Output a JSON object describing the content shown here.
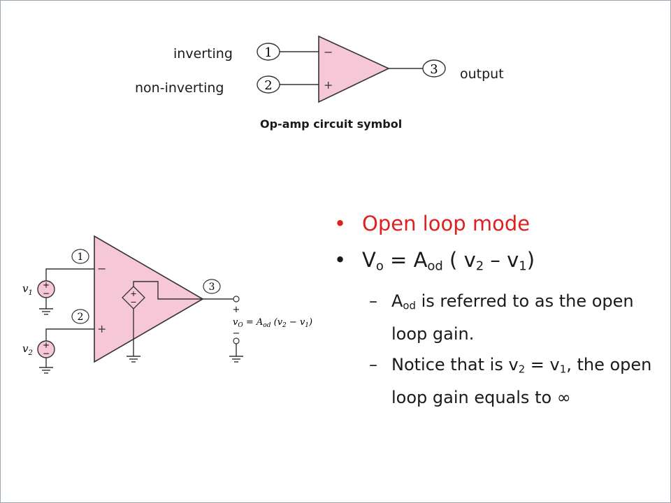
{
  "top_symbol": {
    "terminal_labels": {
      "inverting": "inverting",
      "non_inverting": "non-inverting",
      "output": "output"
    },
    "pin_numbers": [
      "1",
      "2",
      "3"
    ],
    "input_signs": {
      "inverting": "−",
      "non_inverting": "+"
    },
    "caption": "Op-amp circuit symbol"
  },
  "circuit": {
    "pin_numbers": [
      "1",
      "2",
      "3"
    ],
    "source_names": [
      "v",
      "v"
    ],
    "source_subs": [
      "1",
      "2"
    ],
    "output_expression": "v_O = A_od (v_2 − v_1)"
  },
  "bullets": {
    "b1": "Open loop mode",
    "b2": {
      "v": "V",
      "v_sub": "o",
      "eq": " = A",
      "a_sub": "od",
      "open": " ( v",
      "v2_sub": "2",
      "minus": " – v",
      "v1_sub": "1",
      "close": ")"
    },
    "s1": {
      "a": "A",
      "a_sub": "od",
      "rest": " is referred to as the open loop gain."
    },
    "s2": {
      "pre": "Notice that is v",
      "v2_sub": "2",
      "mid": " = v",
      "v1_sub": "1",
      "post": ", the open loop gain equals to ∞"
    }
  },
  "colors": {
    "triangle_fill": "#f6c7d6",
    "accent_red": "#e0201e"
  }
}
